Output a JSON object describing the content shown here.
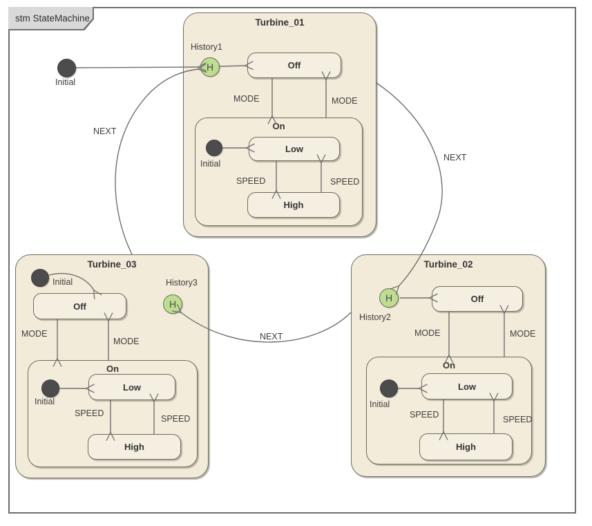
{
  "frame": {
    "title": "stm StateMachine"
  },
  "labels": {
    "mode": "MODE",
    "speed": "SPEED",
    "next": "NEXT",
    "initial": "Initial",
    "history_symbol": "H"
  },
  "states": {
    "off": "Off",
    "on": "On",
    "low": "Low",
    "high": "High"
  },
  "machines": [
    {
      "title": "Turbine_01",
      "history": "History1"
    },
    {
      "title": "Turbine_02",
      "history": "History2"
    },
    {
      "title": "Turbine_03",
      "history": "History3"
    }
  ],
  "colors": {
    "composite_fill": "#f2ebd9",
    "leaf_fill": "#f5efe1",
    "state_border": "#6e6a5c",
    "history_fill": "#bedc92",
    "history_border": "#67714f",
    "initial_fill": "#4c4c4c",
    "transition_line": "#6e6e6e",
    "frame_label_fill": "#d9d9d9",
    "canvas_bg": "#ffffff"
  }
}
